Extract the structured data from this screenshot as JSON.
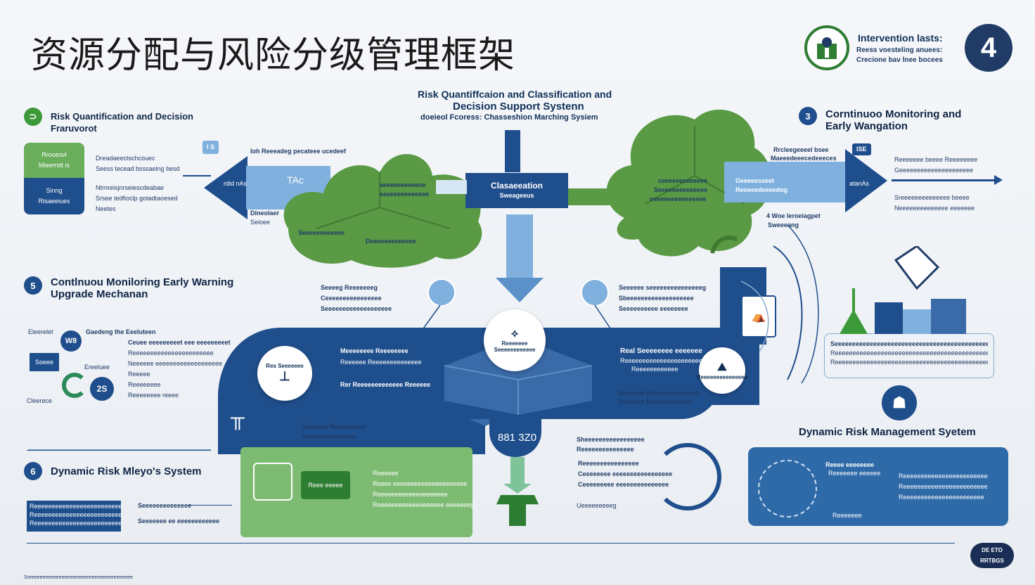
{
  "title": "资源分配与风险分级管理框架",
  "header_right": {
    "heading": "Intervention lasts:",
    "line1": "Reess voesteling anuees:",
    "line2": "Crecione bav lnee bocees",
    "badge": "4"
  },
  "center_top": {
    "line1": "Risk Quantiffcaion and Classification and",
    "line2": "Decision Support Systenn",
    "line3": "doeieol Fcoress: Chasseshion Marching Sysiem"
  },
  "sections": {
    "s1": {
      "num": "⊃",
      "title": "Risk Quantification and Decision Fraruvorot"
    },
    "s3": {
      "num": "3",
      "title": "Corntinuoo Monitoring and Early Wangation"
    },
    "s5": {
      "num": "5",
      "title": "Contlnuou Moniloring Early Warning Upgrade Mechanan"
    },
    "s6": {
      "num": "6",
      "title": "Dynamic Risk Mleyo's System"
    },
    "drms": {
      "title": "Dynamic Risk Management Syetem"
    }
  },
  "left_box": {
    "top1": "Rrooesvl",
    "top2": "Mieerrstt is",
    "bot1": "Sinng",
    "bot2": "Rtsaeeiues",
    "bullets": [
      "Dreadaeectschcouec",
      "Seess tecead bsssaelng besd",
      "Ntrnreisjnrseiescdeabae",
      "Srsee tedfioclp gotadtaoesed",
      "Neetes"
    ]
  },
  "left_arrow": {
    "tag": "I S",
    "label": "TAc",
    "sub": "rdid nAs",
    "top": "Ioh Reeeadeg pecateee ucedeef",
    "bot1": "Dineolaer",
    "bot2": "Seioee"
  },
  "center_box": {
    "line1": "Clasaeeation",
    "line2": "Sweageeus"
  },
  "left_tree_labels": [
    "aeeeeeeeeeeoe",
    "easeeeeeeeeeee",
    "Seeeeeeeeeeee",
    "Deeeeeeeeeeeee"
  ],
  "right_arrow": {
    "tag": "ISE",
    "top1": "Rrcleegeeeel bsee",
    "top2": "Maeeedeeecedeeeces",
    "label1": "Geeeeesseet",
    "label2": "Reoeeedeeeedog",
    "sub": "atanAs",
    "bot1": "4 Woe leroeiagpet",
    "bot2": "Sweeeang"
  },
  "right_tree_labels": [
    "ceeeeeeeeeeeee",
    "Seeeeeeeeeeeeee",
    "oeeeeeeeeeeeeeee"
  ],
  "right_bullets": [
    "Reeeeeee beeee Reeeeeeee",
    "Geeeeeeeeeeeeeeeeeeeee",
    "Sreeeeeeeeeeeeee beeee",
    "Neeeeeeeeeeeeee eeeeeee"
  ],
  "mid_left_list": [
    "Seeeeg Reeeeeeeg",
    "Ceeeeeeeeeeeeeeee",
    "Seeeeeeeeeeeeeeeeeee"
  ],
  "mid_right_list": [
    "Seeeeee seeeeeeeeeeeeeeeg",
    "Sbeeeeeeeeeeeeeeeeeee",
    "Seeeeeeeeee eeeeeeee"
  ],
  "left_circles": {
    "c1": "W8",
    "c2": "2S",
    "label1": "Eleerelet",
    "label2": "Gaedeng the Eeeluteen",
    "label3": "Soeee",
    "label4": "Ereeluee",
    "label5": "Cleerece"
  },
  "left_mid_bullets": [
    "Ceuee eeeeeeeeet eee eeeeeeeeet",
    "Reeeeeeeeeeeeeeeeeeeeeee",
    "Neeeeee eeeeeeeeeeeeeeeeeee",
    "Reeeee",
    "Reeeeeeee",
    "Reeeeeeee reeee"
  ],
  "band": {
    "left_circle": "Res Seeeeeee",
    "left_text1": "Meeeeeeee Reeeeeeee",
    "left_text2": "Reeeeee Reeeeeeeeeeeeee",
    "left_text3": "Rer Reeeeeeeeeeeee Reeeeee",
    "center_circle1": "Reeeeeee",
    "center_circle2": "Seeeeeeeeeeee",
    "right_head": "Real Seeeeeeee eeeeeee",
    "right_sub1": "Reeeeeeeeeeeeeeeeeeeeeeeeee",
    "right_sub2": "Reeeeeeeeeeee",
    "right_low1": "Reeeeee Reeeeeeeeeeeeee",
    "right_low2": "Seeeeee Seeeeeeeeeeee",
    "right_circle": "Reeeeeeeeeeeeeee",
    "stem_code": "881 3Z0",
    "stem_label1": "Seeeeee Reeeeeeeee",
    "stem_label2": "Seeeeeeeeeeeeee"
  },
  "green_panel": {
    "box": "Reee eeeee",
    "items": [
      "Reeeeee",
      "Reeee eeeeeeeeeeeeeeeeeeeee",
      "Reeeeeeeeeeeeeeeeeeee",
      "Reeeeeeeeeeeeeeeeeee eeeeeeeg"
    ]
  },
  "bottom_mid_list": {
    "head1": "Sheeeeeeeeeeeeeeeee",
    "head2": "Reeeeeeeeeeeeeee",
    "items": [
      "Reeeeeeeeeeeeeeee",
      "Ceeeeeeee eeeeeeeeeeeeeeeee",
      "Ceeeeeeeee eeeeeeeeeeeeeee"
    ],
    "foot": "Ueeeeeeeeeg"
  },
  "s6_box": {
    "rows": [
      "Reeeeeeeeeeeeeeeeeeeeeeeee",
      "Reeeeeeeeeeeeeeeeeeeeeeeee",
      "Reeeeeeeeeeeeeeeeeeeeeeeee"
    ],
    "side1": "Seeeeeeeeeeeeee",
    "side2": "Seeeeeee ee eeeeeeeeeeee"
  },
  "right_panel_text": [
    "Seeeeeeeeeeeeeeeeeeeeeeeeeeeeeeeeeeeeeeeeeeeeeeeeeeeeeeeee",
    "Reeeeeeeeeeeeeeeeeeeeeeeeeeeeeeeeeeeeeeeeeeeeeeeeeeeeeee",
    "Reeeeeeeeeeeeeeeeeeeeeeeeeeeeeeeeeeeeeeeeeeeeeeeeeeeee"
  ],
  "drms_box": {
    "center1": "Reeee eeeeeeee",
    "center2": "Reeeeeee eeeeee",
    "foot": "Reeeeeee",
    "items": [
      "Reeeeeeeeeeeeeeeeeeeeeeee",
      "Reeeeeeeeeeeeeeeeeeeeeeee",
      "Reeeeeeeeeeeeeeeeeeeeeee"
    ]
  },
  "footer": "Sreeeeeeeeeeeeeeeeeeeeeeeeeeeeeeeeeeeeee",
  "logo_badge": "DE ETO RRTBGS",
  "colors": {
    "navy": "#1f4e8c",
    "green": "#5a9a45",
    "light_blue": "#7fb0de"
  }
}
